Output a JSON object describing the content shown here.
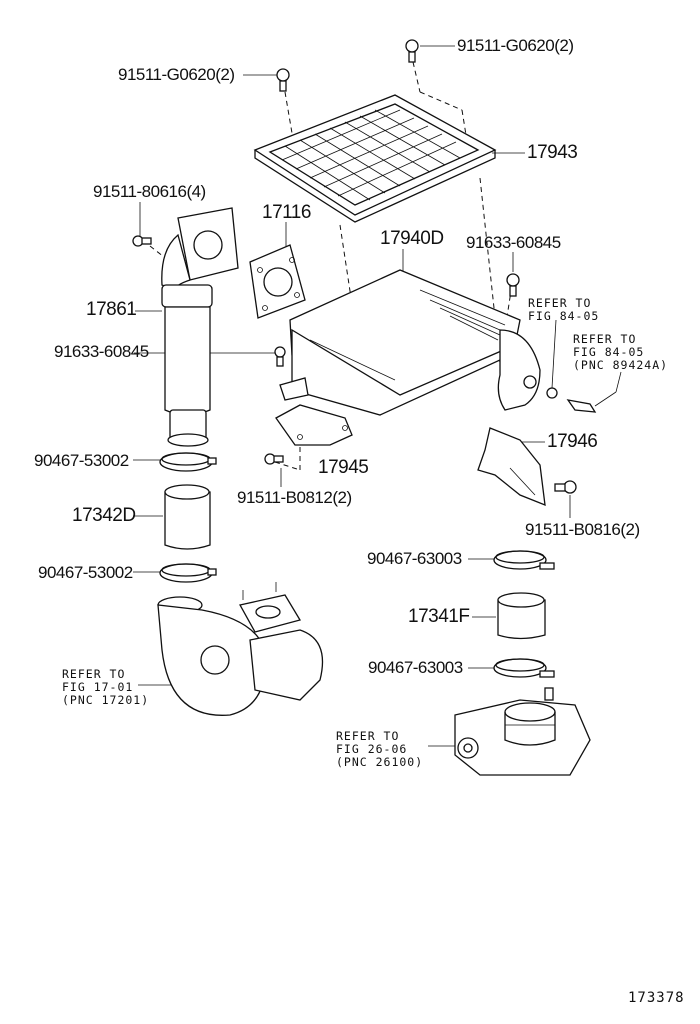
{
  "diagram": {
    "title": "Intercooler / Air Intake Parts Diagram",
    "figure_number": "173378",
    "labels": {
      "bolt_top_left": "91511-G0620(2)",
      "bolt_top_right": "91511-G0620(2)",
      "cover": "17943",
      "bolt_elbow": "91511-80616(4)",
      "gasket": "17116",
      "intercooler": "17940D",
      "bolt_right": "91633-60845",
      "pipe": "17861",
      "bolt_left": "91633-60845",
      "clamp_left_upper": "90467-53002",
      "bracket_left": "17945",
      "bracket_right": "17946",
      "bolt_bracket_left": "91511-B0812(2)",
      "bolt_bracket_right": "91511-B0816(2)",
      "hose_left": "17342D",
      "clamp_left_lower": "90467-53002",
      "clamp_right_upper": "90467-63003",
      "hose_right": "17341F",
      "clamp_right_lower": "90467-63003"
    },
    "references": {
      "ref_84_05_a": "REFER TO\nFIG 84-05",
      "ref_84_05_b": "REFER TO\nFIG 84-05\n(PNC 89424A)",
      "ref_17_01": "REFER TO\nFIG 17-01\n(PNC 17201)",
      "ref_26_06": "REFER TO\nFIG 26-06\n(PNC 26100)"
    }
  }
}
